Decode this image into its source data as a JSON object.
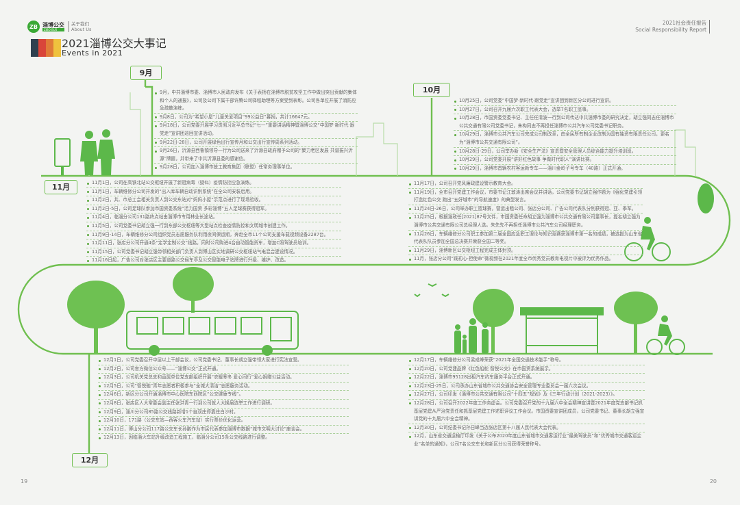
{
  "header": {
    "logo_mark": "ZB",
    "brand_name": "淄博公交",
    "brand_sub": "ZIBO BUS",
    "section_cn": "关于我们",
    "section_en": "About Us",
    "report_cn": "2021社会责任报告",
    "report_en": "Social Responsibility Report",
    "title_cn": "2021淄博公交大事记",
    "title_en": "Events in 2021",
    "title_bar_colors": [
      "#2f4150",
      "#d9453a",
      "#e07b38",
      "#efc23e"
    ]
  },
  "colors": {
    "accent": "#6fbf4f",
    "figure": "#5cb84a"
  },
  "pages": {
    "left": "19",
    "right": "20"
  },
  "months": {
    "sep": {
      "label": "9月",
      "items": [
        "9月，中共淄博市委、淄博市人民政府发布《关于表扬在淄博市脱贫攻坚工作中做出突出贡献的集体和个人的通报》，公司及公司下属干部许腾公司驿程助理等方案受到表彰。公司各单位开展了消防应急疏散演练。",
        "9月8日，公司为“希望小屋”儿童关爱项目“99公益日”募捐，共计16647元。",
        "9月18日，公司党委开展学习贯彻习近平总书记“七一”重要讲话精神暨淄博公交“中国梦·新时代·跟党走”宣讲团巡回宣讲活动。",
        "9月22日-28日，公司开展绿色出行宣传月和公交出行宣传周系列活动。",
        "9月26日，沂源县西鲁镇领导一行为公司送来了沂源县政府赠予公司的“聚力老区发展 共谱振兴沂源”牌匾，并带来了中共沂源县委的感谢信。",
        "9月28日，公司加入淄博市技工教育集团（联盟）任常务理事单位。"
      ]
    },
    "oct": {
      "label": "10月",
      "items": [
        "10月25日，公司党委“中国梦·新时代·跟党走”宣讲团到新区分公司进行宣讲。",
        "10月27日，公司召开九届六次职工代表大会，选举7名职工监事。",
        "10月28日，市国资委党委书记、主任任清波一行到公司传达中共淄博市委的研究决定，胡立强同志任淄博市公共交通有限公司党委书记，朱构同志不再担任淄博市公共汽车公司党委书记职务。",
        "10月29日，淄博市公共汽车公司完成公司制改革，由全民所有制企业改制为国有独资有限责任公司，更名为“淄博市公共交通有限公司”。",
        "10月28日-29日，公司举办新《安全生产法》宣贯暨安全管理人员综合能力提升培训班。",
        "10月29日，公司党委开展“讲好红色故事 争做时代职人”演讲比赛。",
        "10月29日，淄博市首辆农村客运新专车——淄川金岭子号专车（40路）正式开通。"
      ]
    },
    "nov": {
      "label": "11月",
      "items_left": [
        "11月1日，公司在高铁北站公交枢纽开展了新冠病毒（疑似）疫情防控应急演练。",
        "11月1日，车辆维修分公司开发的“出入库车辆自动识别系统”在全公司安装启用。",
        "11月2日，共、市总工会相关负责人到公交东站对“妈妈小屋”示范点进行了现场验收。",
        "11月2日-5日，公司足球队参加市国资委系统“活力国资 多彩淄博”五人足球赛获得冠军。",
        "11月4日，临淄分公司131路终点站由淄博市专用林业长途站。",
        "11月5日，公司党委书记胡立强一行到东部公交枢纽等大型站点检查疫情防控和文明城市创建工作。",
        "11月9日-14日，车辆维修分公司组织党员志愿服务队利用夜间保运期，奔赴全市11个公司支援车载视频设备2287台。",
        "11月11日，张店分公司开通4条“定学定制公交”线路，同时公司购进4台自动智能货车，增加C照驾驶员培训。",
        "11月15日，公司党委书记胡立强带领相关部门负责人到博山区实地调研公交枢纽站气电混合建设情况。",
        "11月16日起，广告公司对张店区主要道路公交候车亭及公交智能电子站牌进行升级、维护、改造。"
      ],
      "items_right": [
        "11月17日，公司召开党风廉政建设警示教育大会。",
        "11月19日，全市召开党建工作会议，市委书记江敦涛出席会议并讲话，公司党委书记胡立强作题为《强化党建引领 打造红色公交 跑出“五好城市”的导航速度》的典型发言。",
        "11月24日-26日，公司举办职工篮球赛，营运出租公司、张店分公司、广告公司代表队分别获得冠、亚、季军。",
        "11月25日，根据淄政任[2021]87号文件，市国资委任命胡立强为淄博市公共交通有限公司董事长，提名胡立强为淄博市公共交通有限公司总经理人选。朱先先不再担任淄博市公共汽车公司经理职务。",
        "11月26日，车辆维修分公司职工参加第二届全国应急职工理论与知识竞赛获淄博市第一名的成绩，被选拔为山东省代表队队员参加全国总决赛并荣获全国二等奖。",
        "11月29日，淄博新区公交枢纽工程完成主体封顶。",
        "11月，张店分公司“践初心·担使命”微视频在2021年度全市优秀党员教育电视片中被评为优秀作品。"
      ]
    },
    "dec": {
      "label": "12月",
      "items_left": [
        "12月1日，公司党委召开中层以上干部会议，公司党委书记、董事长胡立强带领大家进行宪法宣誓。",
        "12月2日，公司官方微信公众号——“淄博公交”正式开通。",
        "12月3日，公司机关党总支和直属单位党支部组织开展“衣暖寒冬 爱心同行”爱心捐赠公益活动。",
        "12月5日，公司“智悦驰”青年志愿者积极参与“全城大清洁”志愿服务活动。",
        "12月6日，新区分公司开通淄博市中心医院东西院区“公交健康专线”。",
        "12月8日，张店区人大常委会副主任张洪青一行到公司就人大换届选举工作进行调研。",
        "12月9日，淄川分公司85路公交线路新增1个自双庄停靠往白沙村。",
        "12月10日，171路（公交东站—西客火车汽车站）实行票价优化运营。",
        "12月11日，博山分公司117路公交车长孙鹏作为市民代表参加淄博市数据“城市文明大讨论”座谈会。",
        "12月13日，因临淄火车站升级改造工程施工，临淄分公司15条公交线路进行调整。"
      ],
      "items_right": [
        "12月17日，车辆维修分公司梁成峰荣获“2021年全国交通技术能手”称号。",
        "12月20日，公司党建品牌《红色船舵 智悦公交》在市国资系统展示。",
        "12月22日，淄博市95128出租汽车约车服务平台正式开通。",
        "12月23日-25日，公司承办山东省城市公共交通协会安全管理专业委员会一届六次会议。",
        "12月27日，公司印发《淄博市公共交通有限公司“十四五”规划》及《三年行动计划（2021-2023）》。",
        "12月28日，公司召开2022年度工作务虚会。公司党委召开党的十九届六中全会精神宣讲暨2021年度党支部书记抓基层党建从严治党责任和抓基层党建工作述职评议工作会议。市国资委宣讲团成员，公司党委书记、董事长胡立强宣讲党的十九届六中全会精神。",
        "12月30日，公司纪委书记孙日峰当选张店区第十八届人民代表大会代表。",
        "12月，山东省交通运输厅印发《关于公布2020年度山东省城市交通客运行业“最美驾驶员”和“优秀城市交通客运企业”名单的通知》，公司7名公交车长和新区分公司获得荣誉称号。"
      ]
    }
  }
}
